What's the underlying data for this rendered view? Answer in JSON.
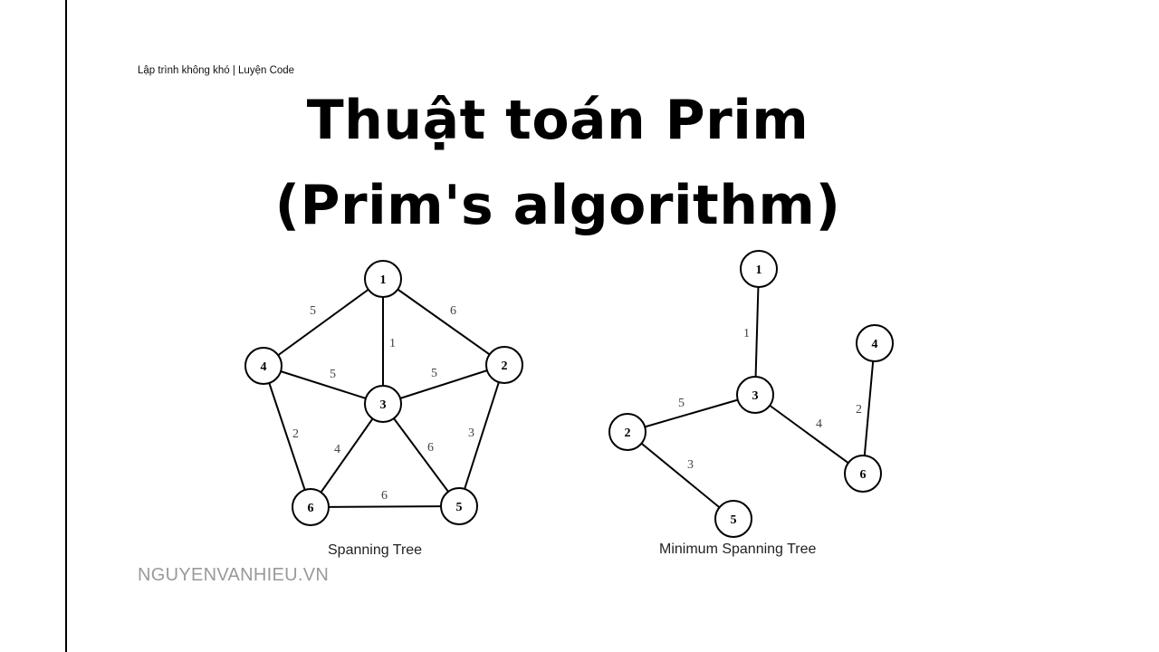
{
  "header": {
    "brand": "Lập trình không khó | Luyện Code",
    "title_line1": "Thuật toán Prim",
    "title_line2": "(Prim's algorithm)"
  },
  "diagrams": [
    {
      "caption": "Spanning Tree",
      "nodes": [
        "1",
        "2",
        "3",
        "4",
        "5",
        "6"
      ],
      "edges": [
        {
          "from": "1",
          "to": "4",
          "weight": "5"
        },
        {
          "from": "1",
          "to": "2",
          "weight": "6"
        },
        {
          "from": "1",
          "to": "3",
          "weight": "1"
        },
        {
          "from": "4",
          "to": "3",
          "weight": "5"
        },
        {
          "from": "2",
          "to": "3",
          "weight": "5"
        },
        {
          "from": "4",
          "to": "6",
          "weight": "2"
        },
        {
          "from": "3",
          "to": "6",
          "weight": "4"
        },
        {
          "from": "3",
          "to": "5",
          "weight": "6"
        },
        {
          "from": "2",
          "to": "5",
          "weight": "3"
        },
        {
          "from": "6",
          "to": "5",
          "weight": "6"
        }
      ]
    },
    {
      "caption": "Minimum Spanning Tree",
      "nodes": [
        "1",
        "2",
        "3",
        "4",
        "5",
        "6"
      ],
      "edges": [
        {
          "from": "1",
          "to": "3",
          "weight": "1"
        },
        {
          "from": "2",
          "to": "3",
          "weight": "5"
        },
        {
          "from": "3",
          "to": "6",
          "weight": "4"
        },
        {
          "from": "4",
          "to": "6",
          "weight": "2"
        },
        {
          "from": "2",
          "to": "5",
          "weight": "3"
        }
      ]
    }
  ],
  "footer": {
    "watermark": "NGUYENVANHIEU.VN"
  }
}
